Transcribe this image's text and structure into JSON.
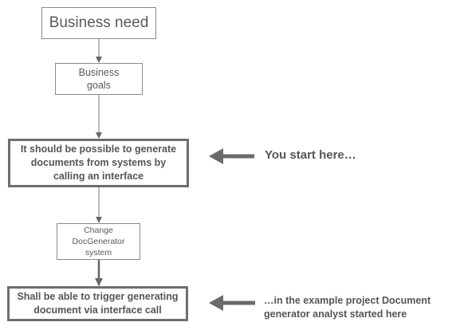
{
  "nodes": {
    "business_need": "Business need",
    "business_goals": "Business\ngoals",
    "requirement": "It should be possible to generate\ndocuments from systems by\ncalling an interface",
    "change": "Change\nDocGenerator\nsystem",
    "system_requirement": "Shall be able to trigger generating\ndocument via interface call"
  },
  "annotations": {
    "start": "You start here…",
    "analyst": "…in the example project Document\ngenerator analyst started here"
  }
}
